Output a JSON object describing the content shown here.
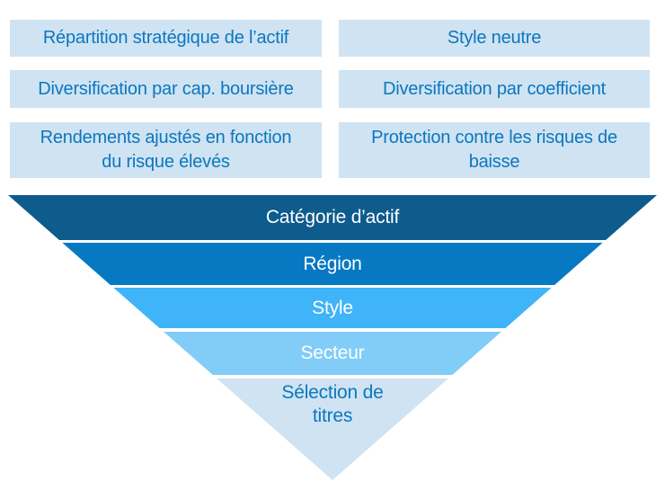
{
  "diagram": {
    "benefit_boxes": [
      {
        "label": "Répartition stratégique de l’actif"
      },
      {
        "label": "Style neutre"
      },
      {
        "label": "Diversification par cap. boursière"
      },
      {
        "label": "Diversification par coefficient"
      },
      {
        "label": "Rendements ajustés en fonction\ndu risque élevés"
      },
      {
        "label": "Protection contre les risques de\nbaisse"
      }
    ],
    "funnel_levels": [
      {
        "label": "Catégorie d’actif",
        "color": "#0e5b8e",
        "text_color": "#ffffff"
      },
      {
        "label": "Région",
        "color": "#0779c3",
        "text_color": "#ffffff"
      },
      {
        "label": "Style",
        "color": "#3fb4f8",
        "text_color": "#ffffff"
      },
      {
        "label": "Secteur",
        "color": "#82ccf8",
        "text_color": "#ffffff"
      },
      {
        "label": "Sélection de\ntitres",
        "color": "#cfe3f2",
        "text_color": "#0b77bf"
      }
    ],
    "colors": {
      "background": "#ffffff",
      "box_background": "#cfe3f2",
      "box_text": "#0b77bf",
      "separator": "#ffffff"
    }
  }
}
